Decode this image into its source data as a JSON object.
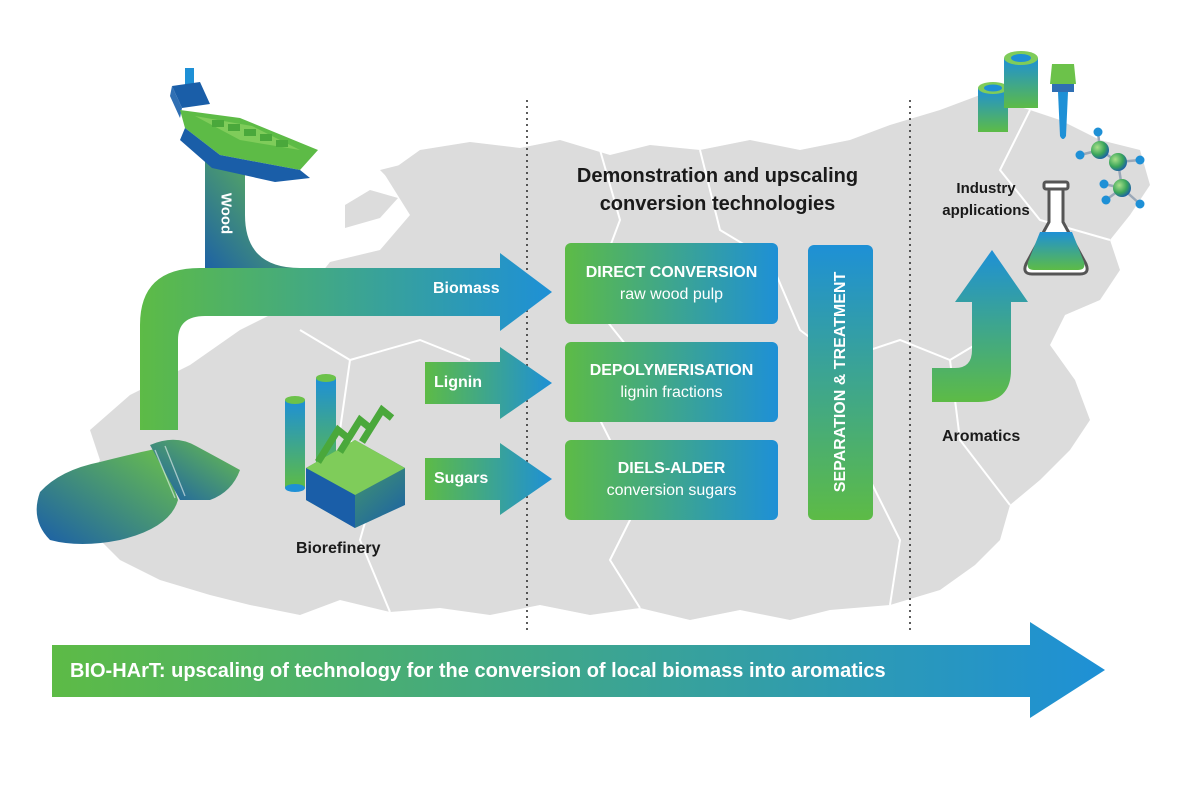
{
  "colors": {
    "green": "#5dbb46",
    "blue": "#1e90d6",
    "dark_blue": "#1a5ea8",
    "map_gray": "#dcdcdc",
    "divider": "#333333"
  },
  "header": {
    "title_line1": "Demonstration and upscaling",
    "title_line2": "conversion technologies"
  },
  "inputs": {
    "wood": "Wood",
    "biomass": "Biomass",
    "lignin": "Lignin",
    "sugars": "Sugars",
    "biorefinery": "Biorefinery"
  },
  "processes": [
    {
      "title": "DIRECT CONVERSION",
      "subtitle": "raw wood pulp"
    },
    {
      "title": "DEPOLYMERISATION",
      "subtitle": "lignin fractions"
    },
    {
      "title": "DIELS-ALDER",
      "subtitle": "conversion sugars"
    }
  ],
  "separation": {
    "label": "SEPARATION & TREATMENT"
  },
  "outputs": {
    "industry_line1": "Industry",
    "industry_line2": "applications",
    "aromatics": "Aromatics"
  },
  "banner": {
    "text": "BIO-HArT: upscaling of technology for the conversion of local biomass into aromatics"
  },
  "icons": [
    "ship-icon",
    "farmland-icon",
    "factory-icon",
    "paint-bucket-icon",
    "paintbrush-icon",
    "molecule-icon",
    "flask-icon"
  ]
}
